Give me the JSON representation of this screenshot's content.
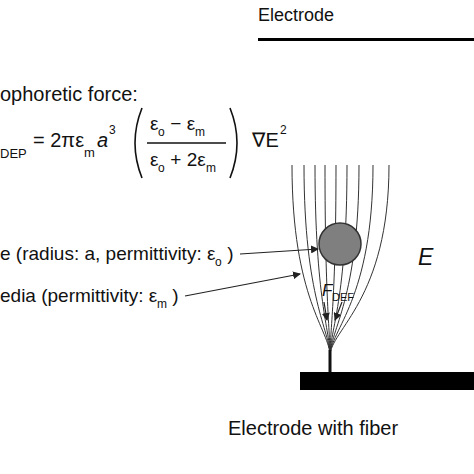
{
  "diagram": {
    "nodes": [
      {
        "text": [
          "Electrode"
        ]
      },
      {
        "text": [
          "Electrode with fiber"
        ]
      }
    ],
    "labels": [
      "ophoretic force:",
      "DEP",
      "= 2πε",
      "m",
      "a",
      "3",
      "ε",
      "o",
      " − ε",
      "m",
      "ε",
      "o",
      " + 2ε",
      "m",
      "∇E",
      "2",
      "e (radius: a, permittivity: ε",
      "o",
      " )",
      "edia (permittivity: ε",
      "m",
      " )",
      "E",
      "F",
      "DEF"
    ]
  }
}
